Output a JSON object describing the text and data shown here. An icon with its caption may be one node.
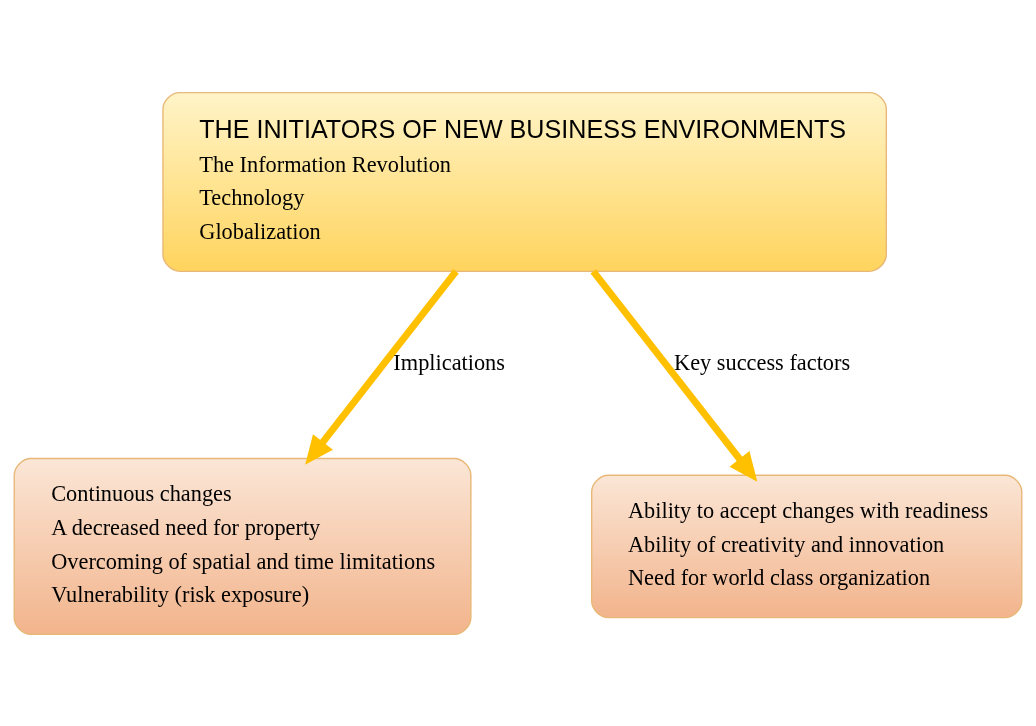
{
  "diagram": {
    "nodes": [
      {
        "text": [
          "THE INITIATORS OF NEW BUSINESS ENVIRONMENTS",
          "The Information Revolution",
          "Technology",
          "Globalization"
        ]
      },
      {
        "text": [
          "Continuous changes",
          "A decreased need for property",
          "Overcoming of spatial and time limitations",
          "Vulnerability (risk exposure)"
        ]
      },
      {
        "text": [
          "Ability to accept changes with readiness",
          "Ability of creativity and innovation",
          "Need for world class organization"
        ]
      }
    ],
    "edges": [
      {
        "from": 0,
        "to": 1,
        "arrow": "to",
        "label": "Implications"
      },
      {
        "from": 0,
        "to": 2,
        "arrow": "to",
        "label": "Key success factors"
      }
    ]
  }
}
